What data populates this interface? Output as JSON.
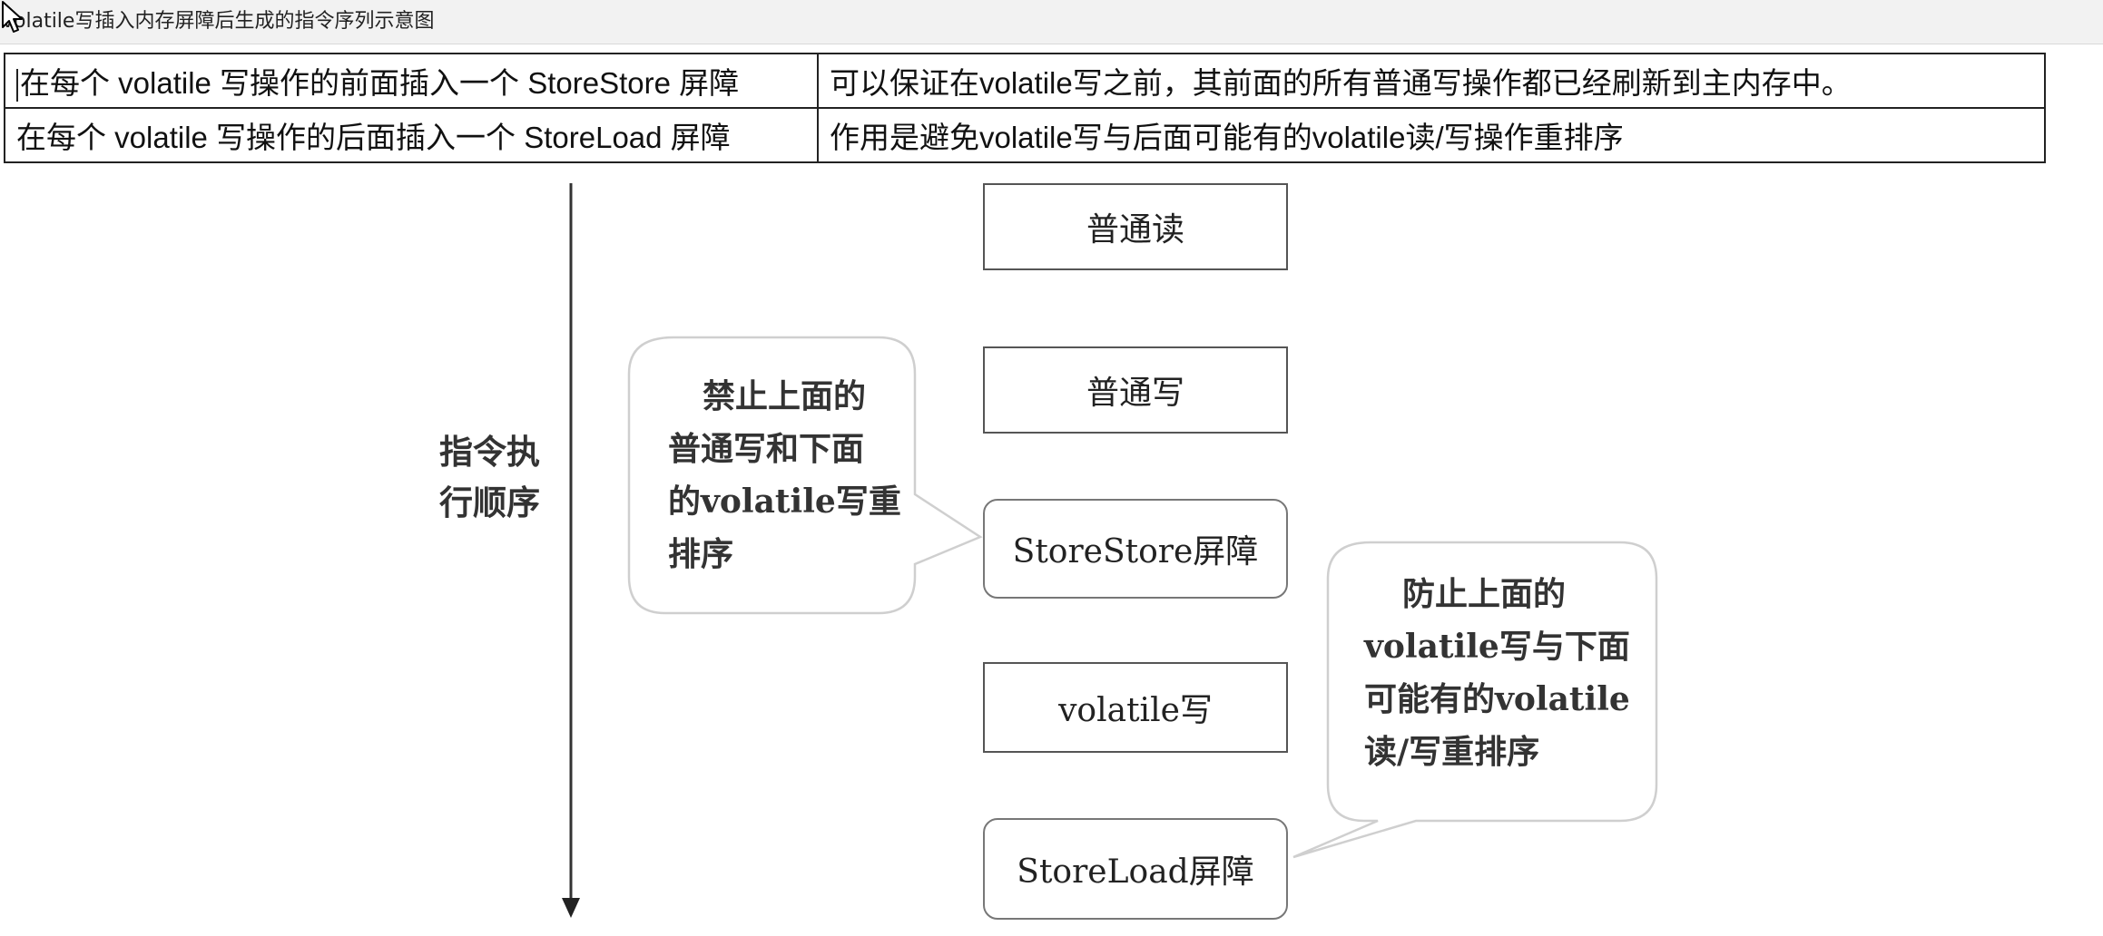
{
  "page": {
    "title": "volatile写插入内存屏障后生成的指令序列示意图"
  },
  "table": {
    "rows": [
      {
        "rule": "在每个 volatile 写操作的前面插入一个 StoreStore 屏障",
        "effect": "可以保证在volatile写之前，其前面的所有普通写操作都已经刷新到主内存中。"
      },
      {
        "rule": "在每个 volatile 写操作的后面插入一个 StoreLoad 屏障",
        "effect": "作用是避免volatile写与后面可能有的volatile读/写操作重排序"
      }
    ]
  },
  "diagram": {
    "axis_label": [
      "指令执",
      "行顺序"
    ],
    "steps": [
      "普通读",
      "普通写",
      "StoreStore屏障",
      "volatile写",
      "StoreLoad屏障"
    ],
    "callout_left": [
      "禁止上面的",
      "普通写和下面",
      "的volatile写重",
      "排序"
    ],
    "callout_right": [
      "防止上面的",
      "volatile写与下面",
      "可能有的volatile",
      "读/写重排序"
    ]
  },
  "colors": {
    "border": "#555555",
    "callout_border": "#cfcfcf",
    "text": "#333333"
  },
  "icons": [
    "arrow-down-icon",
    "mouse-cursor-icon",
    "text-caret-icon"
  ]
}
